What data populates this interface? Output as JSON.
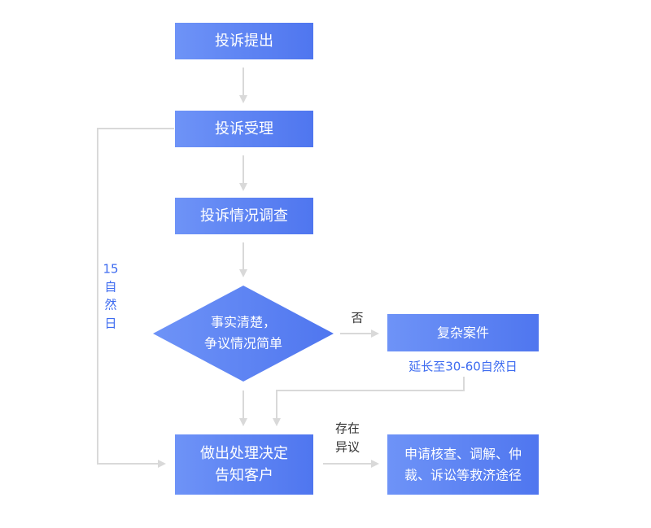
{
  "colors": {
    "node_start": "#6e93f7",
    "node_end": "#4f76ef",
    "connector": "#d9d9d9",
    "text_blue": "#3d6bf0",
    "text_dark": "#333333"
  },
  "nodes": {
    "submit": "投诉提出",
    "accept": "投诉受理",
    "investigate": "投诉情况调查",
    "decision_line1": "事实清楚，",
    "decision_line2": "争议情况简单",
    "complex": "复杂案件",
    "resolve_line1": "做出处理决定",
    "resolve_line2": "告知客户",
    "remedy_line1": "申请核查、调解、仲",
    "remedy_line2": "裁、诉讼等救济途径"
  },
  "labels": {
    "no": "否",
    "extend": "延长至30-60自然日",
    "objection_line1": "存在",
    "objection_line2": "异议",
    "days_num": "15",
    "days_c1": "自",
    "days_c2": "然",
    "days_c3": "日"
  }
}
